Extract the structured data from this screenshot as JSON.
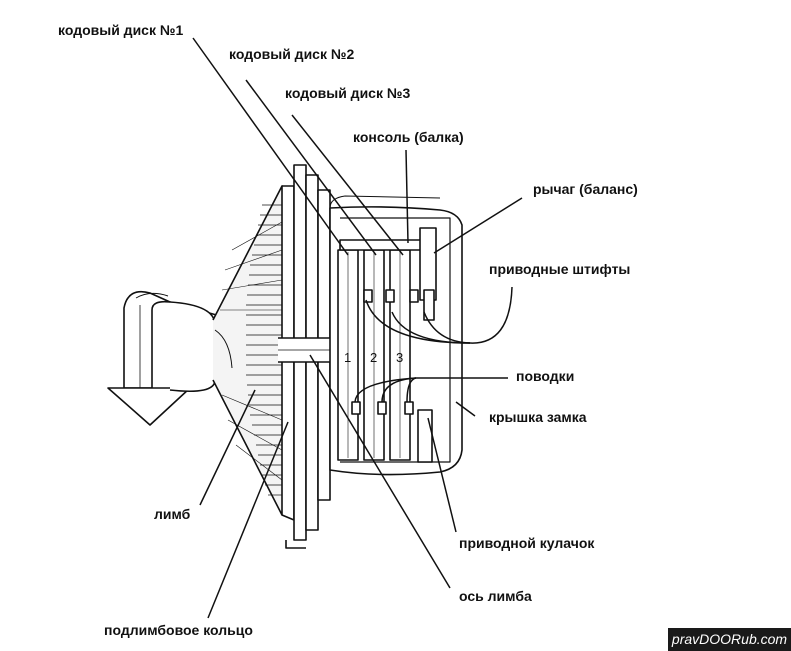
{
  "labels": {
    "disk1": "кодовый диск №1",
    "disk2": "кодовый диск №2",
    "disk3": "кодовый диск №3",
    "console": "консоль (балка)",
    "lever": "рычаг (баланс)",
    "drive_pins": "приводные штифты",
    "drivers": "поводки",
    "lock_cover": "крышка замка",
    "dial": "лимб",
    "drive_cam": "приводной кулачок",
    "dial_axis": "ось лимба",
    "sub_dial_ring": "подлимбовое кольцо"
  },
  "disk_numbers": [
    "1",
    "2",
    "3"
  ],
  "watermark": "pravDOORub.com",
  "colors": {
    "ink": "#111111",
    "background": "#ffffff",
    "watermark_bg": "#1a1a1a",
    "watermark_text": "#ffffff"
  }
}
